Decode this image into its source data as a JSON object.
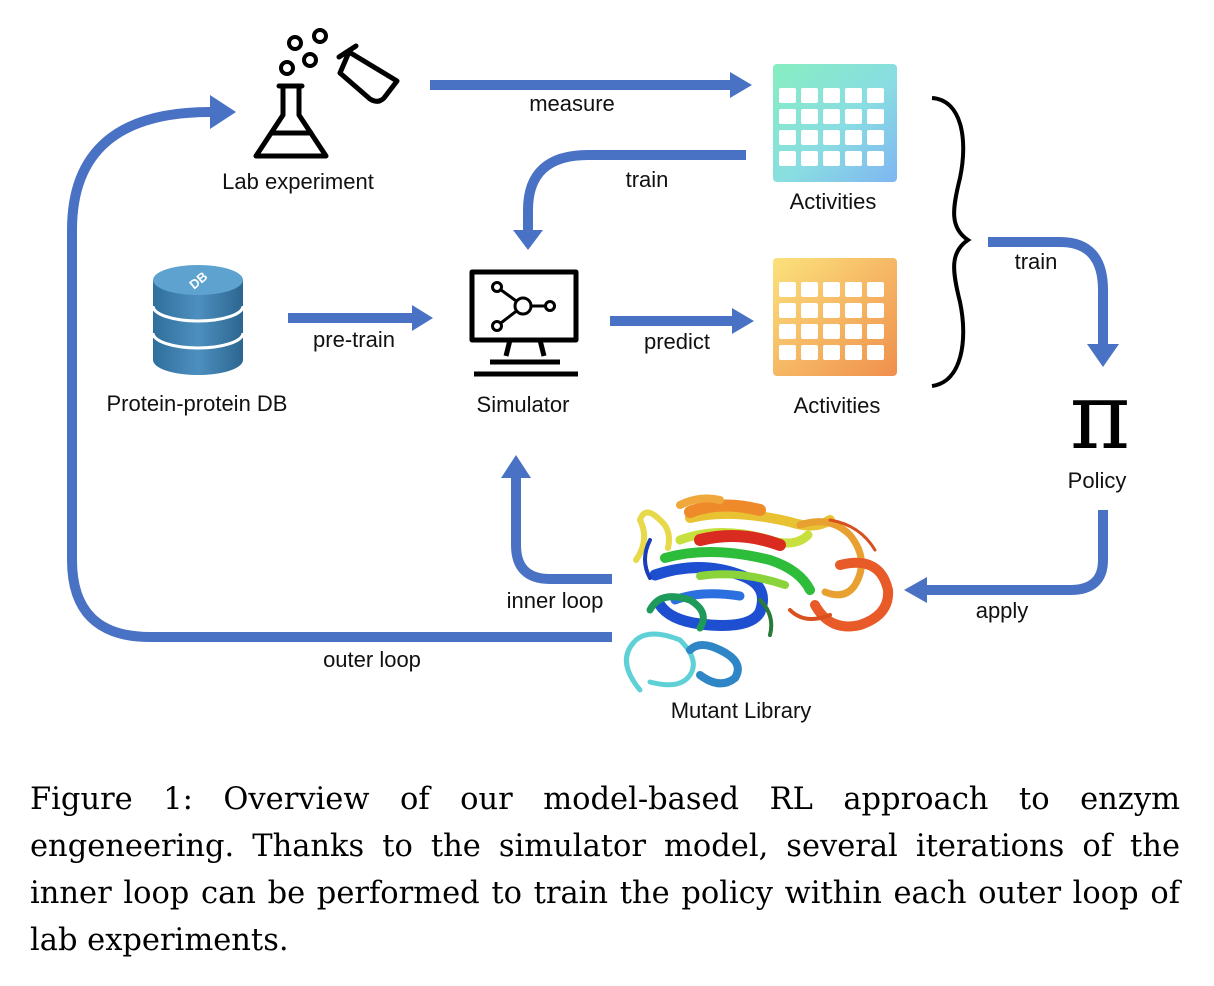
{
  "nodes": {
    "lab_experiment": "Lab experiment",
    "activities_measured": "Activities",
    "protein_db": "Protein-protein DB",
    "db_icon_text": "DB",
    "simulator": "Simulator",
    "activities_predicted": "Activities",
    "policy": "Policy",
    "policy_symbol": "π",
    "mutant_library": "Mutant Library"
  },
  "edges": {
    "measure": "measure",
    "train_simulator": "train",
    "pre_train": "pre-train",
    "predict": "predict",
    "train_policy": "train",
    "apply": "apply",
    "inner_loop": "inner loop",
    "outer_loop": "outer loop"
  },
  "caption": "Figure 1: Overview of our model-based RL approach to enzym engeneering. Thanks to the simulator model, several iterations of the inner loop can be performed to train the policy within each outer loop of lab experiments.",
  "colors": {
    "arrow": "#4a72c4",
    "db": "#3f7faa",
    "measured_grid_top": "#7fe3c6",
    "measured_grid_bottom": "#8fd5ee",
    "predicted_grid_top": "#f6d773",
    "predicted_grid_bottom": "#f2a155"
  }
}
